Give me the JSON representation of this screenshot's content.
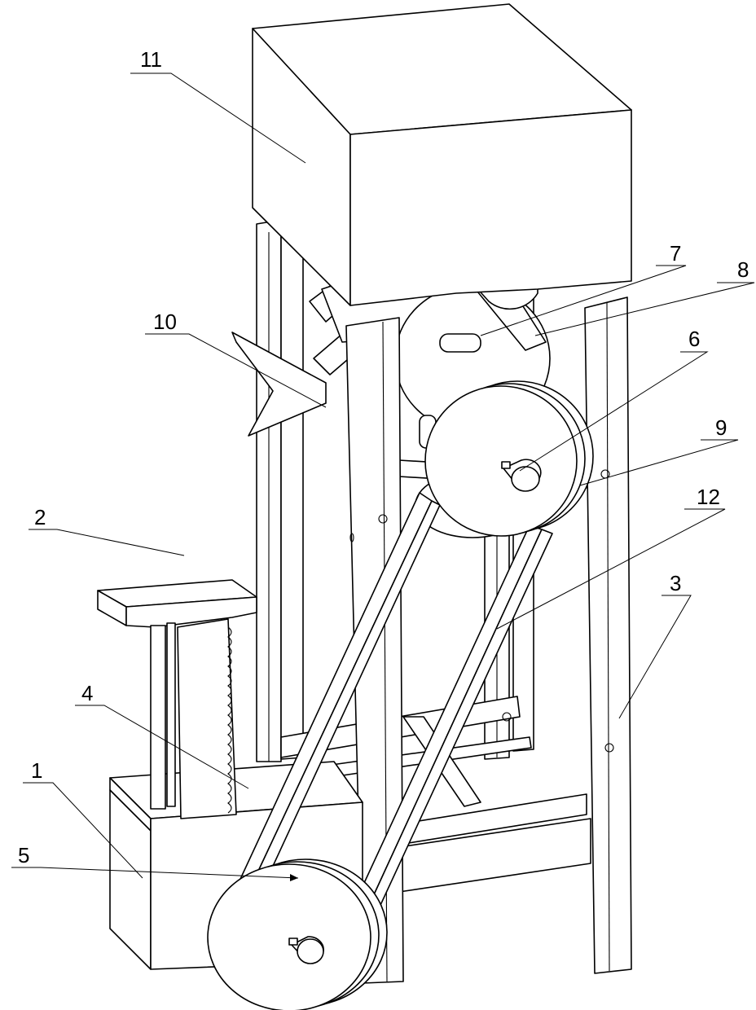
{
  "figure": {
    "type": "isometric mechanical drawing",
    "labels": [
      {
        "id": "1",
        "text": "1"
      },
      {
        "id": "2",
        "text": "2"
      },
      {
        "id": "3",
        "text": "3"
      },
      {
        "id": "4",
        "text": "4"
      },
      {
        "id": "5",
        "text": "5"
      },
      {
        "id": "6",
        "text": "6"
      },
      {
        "id": "7",
        "text": "7"
      },
      {
        "id": "8",
        "text": "8"
      },
      {
        "id": "9",
        "text": "9"
      },
      {
        "id": "10",
        "text": "10"
      },
      {
        "id": "11",
        "text": "11"
      },
      {
        "id": "12",
        "text": "12"
      }
    ]
  }
}
